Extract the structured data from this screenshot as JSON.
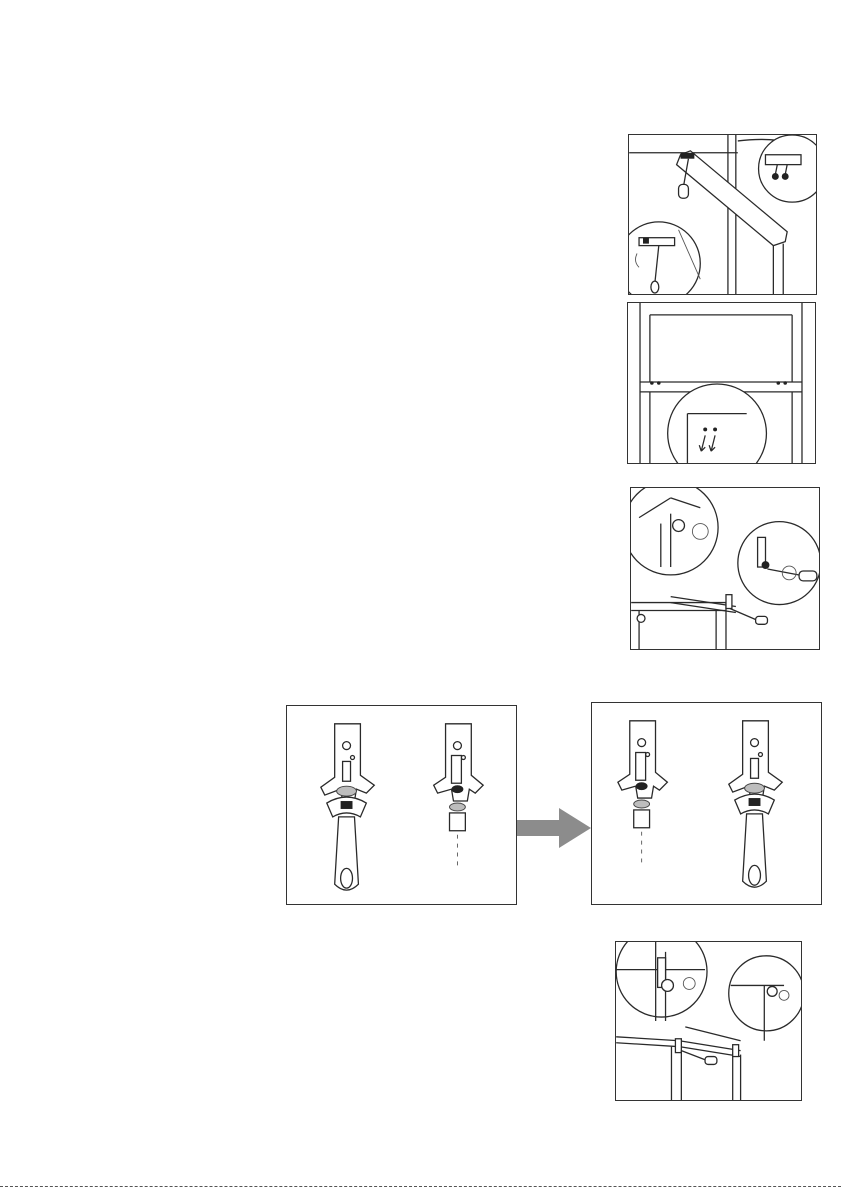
{
  "page": {
    "figures": [
      {
        "id": "fig1",
        "icon": "door-hinge-removal-illustration"
      },
      {
        "id": "fig2",
        "icon": "cabinet-hinge-holes-illustration"
      },
      {
        "id": "fig3",
        "icon": "middle-hinge-screw-illustration"
      },
      {
        "id": "fig4",
        "icon": "hinge-pin-wrench-before-illustration"
      },
      {
        "id": "fig5",
        "icon": "hinge-pin-wrench-after-illustration"
      },
      {
        "id": "fig6",
        "icon": "hinge-refit-illustration"
      }
    ],
    "arrow_icon": "right-arrow-icon",
    "colors": {
      "line": "#2a2a2a",
      "arrow": "#8c8c8c",
      "background": "#ffffff"
    }
  }
}
